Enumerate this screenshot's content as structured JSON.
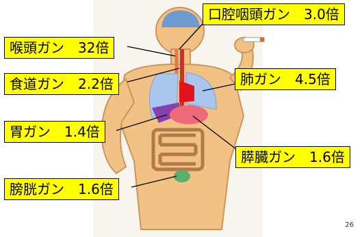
{
  "callouts": {
    "oral_pharyngeal": "口腔咽頭ガン　3.0倍",
    "larynx": "喉頭ガン　32倍",
    "esophagus": "食道ガン　2.2倍",
    "lung": "肺ガン　4.5倍",
    "stomach": "胃ガン　1.4倍",
    "pancreas": "膵臓ガン　1.6倍",
    "bladder": "膀胱ガン　1.6倍"
  },
  "slide_number": "26",
  "colors": {
    "body": "#f2c285",
    "body_outline": "#c8955a",
    "brain": "#6e9ad0",
    "lung": "#a9c6ee",
    "tumor": "#e0141e",
    "stomach": "#8a3fb0",
    "pancreas": "#ee6a78",
    "intestine": "#b27a48",
    "bladder": "#5fae6e",
    "callout": "#ffff00",
    "leader": "#000000"
  }
}
